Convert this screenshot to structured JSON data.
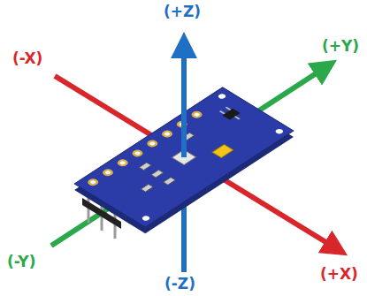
{
  "diagram": {
    "labels": [
      "(+Z)",
      "(-X)",
      "(+Y)",
      "(-Y)",
      "(+X)",
      "(-Z)"
    ]
  }
}
